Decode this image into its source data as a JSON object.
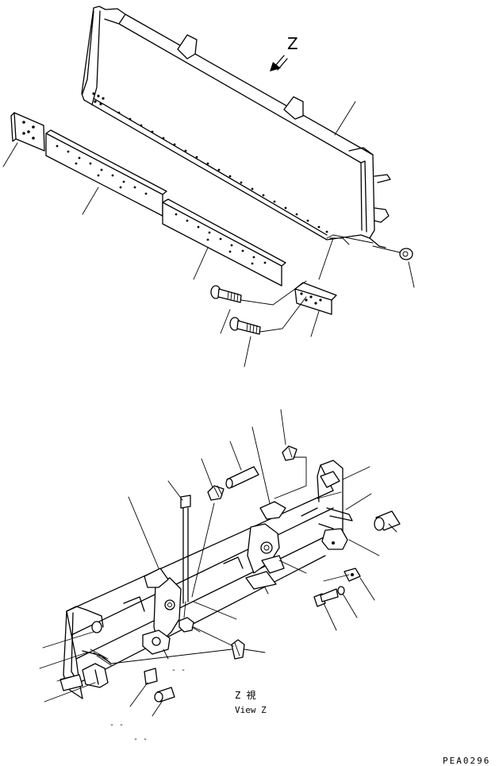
{
  "direction_label": "Z",
  "view_caption": {
    "jp": "Z 視",
    "en": "View Z"
  },
  "drawing_code": "PEA0296",
  "dash_marks": [
    "- -",
    "- -"
  ]
}
